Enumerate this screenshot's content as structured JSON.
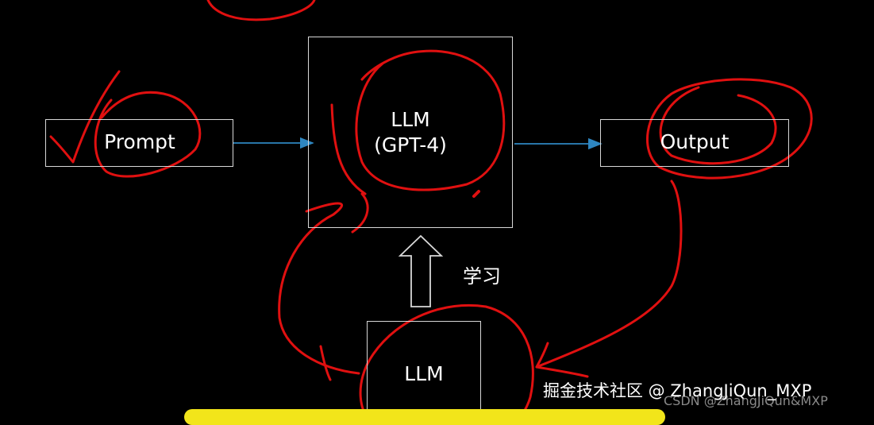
{
  "diagram": {
    "nodes": {
      "prompt": {
        "label": "Prompt"
      },
      "llm_main": {
        "label_line1": "LLM",
        "label_line2": "(GPT-4)"
      },
      "output": {
        "label": "Output"
      },
      "llm_bottom": {
        "label": "LLM"
      }
    },
    "edges": {
      "learn": {
        "label": "学习"
      }
    }
  },
  "watermarks": {
    "juejin": "掘金技术社区 @ ZhangJiQun_MXP",
    "csdn": "CSDN @ZhangJiQun&MXP"
  },
  "colors": {
    "background": "#000000",
    "box_border": "#d8d8d8",
    "arrow_blue": "#2e86c1",
    "annotation_red": "#e01010",
    "highlight_yellow": "#f2e51a"
  }
}
